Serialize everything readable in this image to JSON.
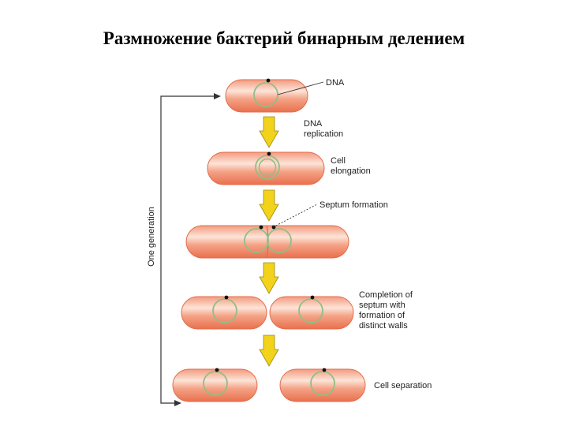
{
  "title": "Размножение бактерий бинарным делением",
  "labels": {
    "dna": "DNA",
    "dna_replication": [
      "DNA",
      "replication"
    ],
    "cell_elongation": [
      "Cell",
      "elongation"
    ],
    "septum_formation": "Septum formation",
    "completion": [
      "Completion of",
      "septum with",
      "formation of",
      "distinct walls"
    ],
    "cell_separation": "Cell separation",
    "one_generation": "One generation"
  },
  "colors": {
    "cell_fill": "#f08a6a",
    "cell_highlight": "#fde4d8",
    "dna_ring": "#8fbf86",
    "arrow": "#f2d21a",
    "arrow_outline": "#9a8a10"
  }
}
